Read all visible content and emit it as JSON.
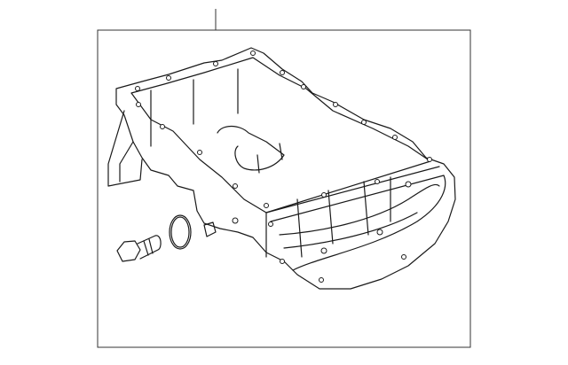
{
  "diagram": {
    "type": "exploded parts illustration",
    "parts": [
      "oil-pan",
      "o-ring",
      "drain-plug",
      "small-plug"
    ],
    "colors": {
      "line": "#1a1a1a",
      "background": "#ffffff"
    }
  }
}
